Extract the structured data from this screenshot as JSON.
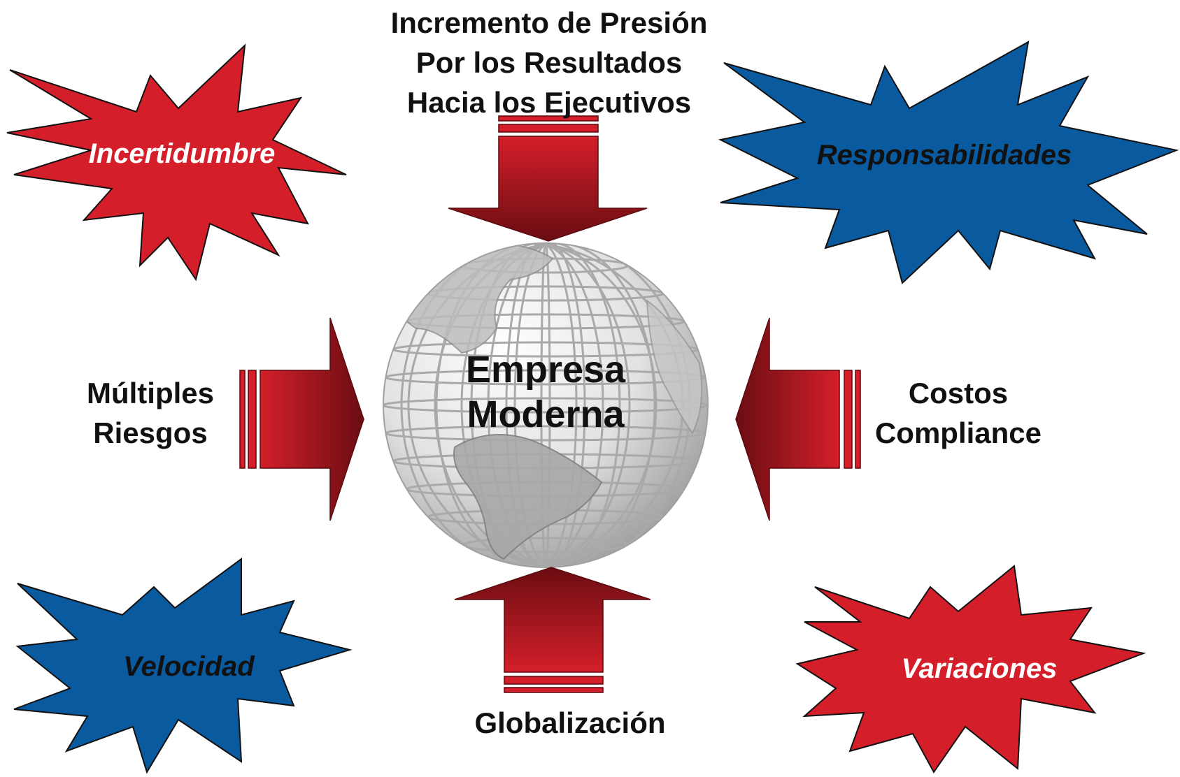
{
  "colors": {
    "red": "#d41f2a",
    "blue": "#0a5aa0",
    "arrow_dark": "#6a0d12",
    "globe_light": "#f2f2f2",
    "globe_dark": "#9a9a9a"
  },
  "center": {
    "line1": "Empresa",
    "line2": "Moderna"
  },
  "top": {
    "line1": "Incremento de Presión",
    "line2": "Por los Resultados",
    "line3": "Hacia los Ejecutivos"
  },
  "left": {
    "line1": "Múltiples",
    "line2": "Riesgos"
  },
  "right": {
    "line1": "Costos",
    "line2": "Compliance"
  },
  "bottom": {
    "line1": "Globalización"
  },
  "bursts": {
    "top_left": {
      "label": "Incertidumbre",
      "fill": "red",
      "text_color": "#ffffff"
    },
    "top_right": {
      "label": "Responsabilidades",
      "fill": "blue",
      "text_color": "#111111"
    },
    "bottom_left": {
      "label": "Velocidad",
      "fill": "blue",
      "text_color": "#111111"
    },
    "bottom_right": {
      "label": "Variaciones",
      "fill": "red",
      "text_color": "#ffffff"
    }
  }
}
